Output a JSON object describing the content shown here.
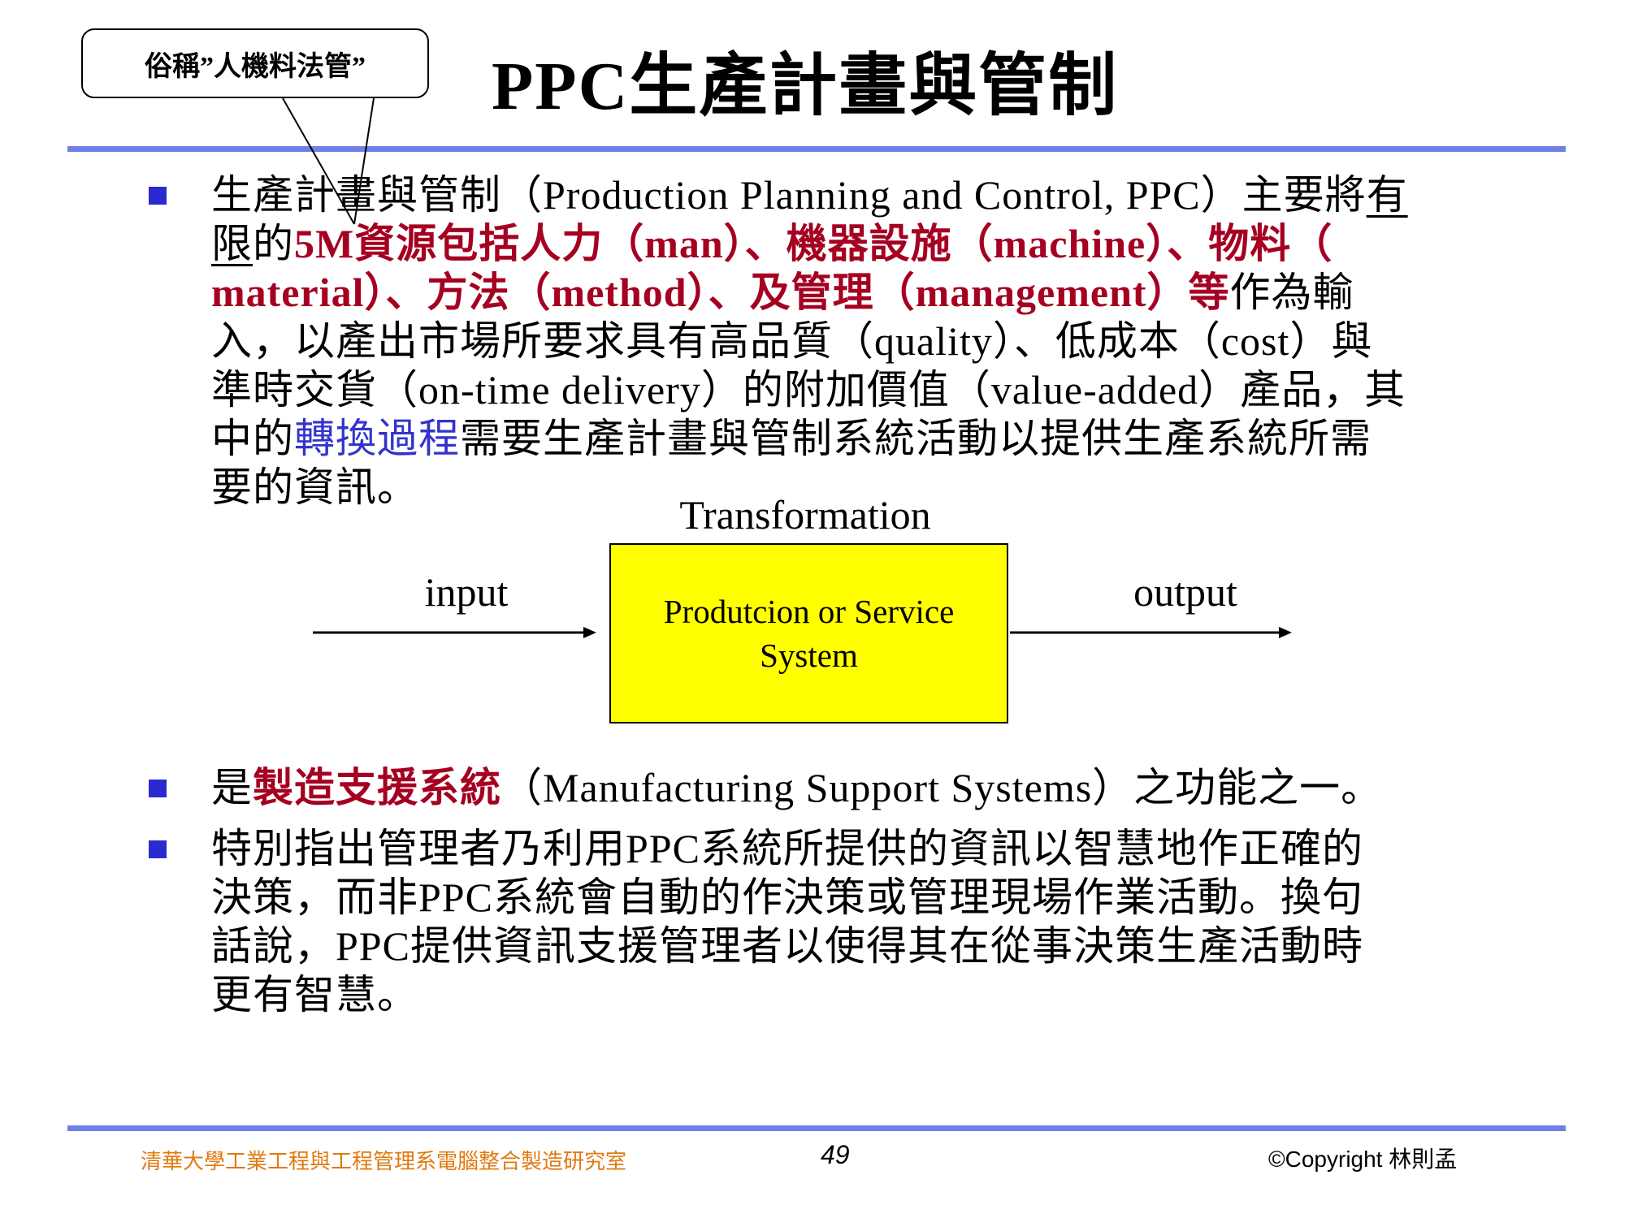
{
  "callout": {
    "text": "俗稱”人機料法管”"
  },
  "title": "PPC生產計畫與管制",
  "colors": {
    "accent_rule": "#6f7fe6",
    "bullet": "#2a2ad0",
    "emphasis_red": "#a50021",
    "emphasis_blue": "#3333cc",
    "footer_orange": "#e07a10",
    "box_fill": "#ffff00"
  },
  "bullets": [
    {
      "lines": [
        [
          {
            "t": "生產計畫與管制（Production Planning and Control, PPC）主要將"
          },
          {
            "t": "有",
            "s": "ul"
          }
        ],
        [
          {
            "t": "限",
            "s": "ul"
          },
          {
            "t": "的"
          },
          {
            "t": "5M資源包括人力（man）、機器設施（machine）、物料（",
            "s": "red"
          }
        ],
        [
          {
            "t": "material）、方法（method）、及管理（management）等",
            "s": "red"
          },
          {
            "t": "作為輸"
          }
        ],
        [
          {
            "t": "入，以產出市場所要求具有高品質（quality）、低成本（cost）與"
          }
        ],
        [
          {
            "t": "準時交貨（on-time delivery）的附加價值（value-added）產品，其"
          }
        ],
        [
          {
            "t": "中的"
          },
          {
            "t": "轉換過程",
            "s": "blue"
          },
          {
            "t": "需要生產計畫與管制系統活動以提供生產系統所需"
          }
        ],
        [
          {
            "t": "要的資訊。"
          }
        ]
      ]
    },
    {
      "lines": [
        [
          {
            "t": "是"
          },
          {
            "t": "製造支援系統",
            "s": "red"
          },
          {
            "t": "（Manufacturing Support Systems）之功能之一。"
          }
        ]
      ]
    },
    {
      "lines": [
        [
          {
            "t": "特別指出管理者乃利用PPC系統所提供的資訊以智慧地作正確的"
          }
        ],
        [
          {
            "t": "決策，而非PPC系統會自動的作決策或管理現場作業活動。換句"
          }
        ],
        [
          {
            "t": "話說，PPC提供資訊支援管理者以使得其在從事決策生產活動時"
          }
        ],
        [
          {
            "t": "更有智慧。"
          }
        ]
      ]
    }
  ],
  "diagram": {
    "transformation_label": "Transformation",
    "input_label": "input",
    "output_label": "output",
    "box_line1": "Produtcion or Service",
    "box_line2": "System"
  },
  "footer": {
    "institution": "清華大學工業工程與工程管理系電腦整合製造研究室",
    "page_number": "49",
    "copyright": "©Copyright 林則孟"
  }
}
